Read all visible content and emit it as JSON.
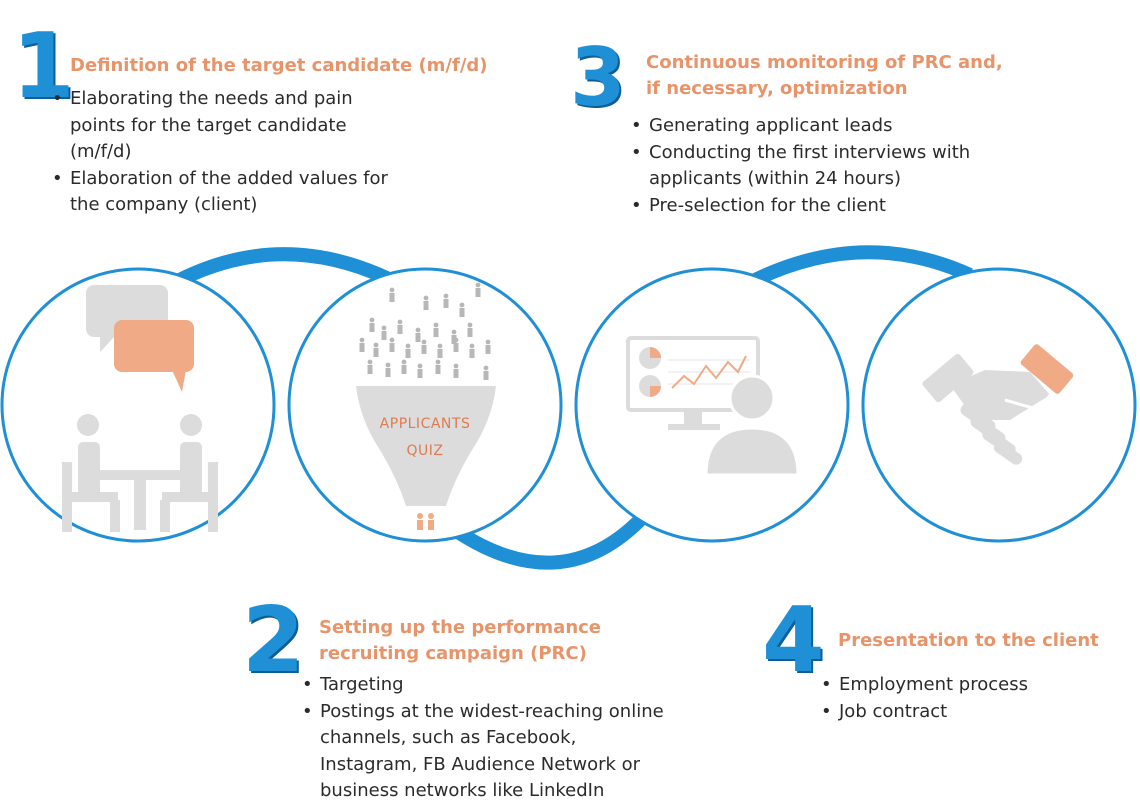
{
  "steps": [
    {
      "number": "1",
      "heading": "Definition of the target candidate (m/f/d)",
      "bullets": [
        "Elaborating the needs and pain points for the target candidate (m/f/d)",
        "Elaboration of the added values for the company (client)"
      ]
    },
    {
      "number": "2",
      "heading_lines": [
        "Setting up the performance",
        "recruiting campaign (PRC)"
      ],
      "bullets": [
        "Targeting",
        "Postings at the widest-reaching online channels, such as Facebook, Instagram, FB Audience Network or business networks like LinkedIn"
      ]
    },
    {
      "number": "3",
      "heading_lines": [
        "Continuous monitoring of PRC and,",
        "if necessary, optimization"
      ],
      "bullets": [
        "Generating applicant leads",
        "Conducting the first interviews with applicants (within 24 hours)",
        "Pre-selection for the client"
      ]
    },
    {
      "number": "4",
      "heading": "Presentation to the client",
      "bullets": [
        "Employment process",
        "Job contract"
      ]
    }
  ],
  "funnel": {
    "line1": "APPLICANTS",
    "line2": "QUIZ"
  },
  "colors": {
    "accent_blue": "#1f8fd6",
    "accent_orange": "#e8946a",
    "icon_gray": "#dcdcdc"
  }
}
